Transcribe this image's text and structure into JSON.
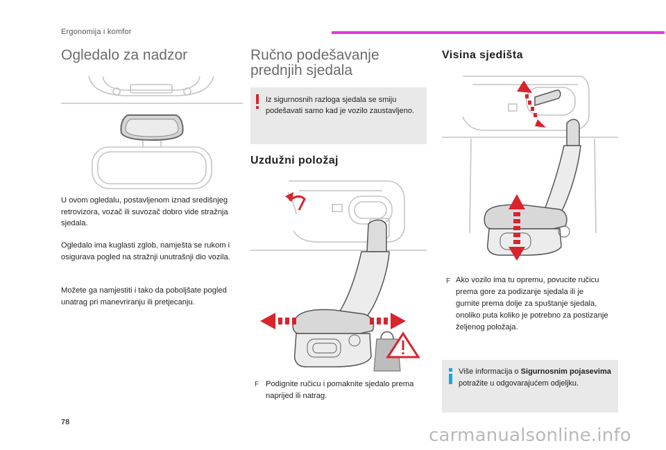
{
  "header": {
    "section": "Ergonomija i komfor"
  },
  "col1": {
    "title": "Ogledalo za nadzor",
    "paragraphs": [
      "U ovom ogledalu, postavljenom iznad središnjeg retrovizora, vozač ili suvozač dobro vide stražnja sjedala.",
      "Ogledalo ima kuglasti zglob, namješta se rukom i osigurava pogled na stražnji unutrašnji dio vozila.",
      "Možete ga namjestiti i tako da poboljšate pogled unatrag pri manevriranju ili pretjecanju."
    ]
  },
  "col2": {
    "title_line1": "Ručno podešavanje",
    "title_line2": "prednjih sjedala",
    "warning": "Iz sigurnosnih razloga sjedala se smiju podešavati samo kad je vozilo zaustavljeno.",
    "subtitle": "Uzdužni položaj",
    "bullet_symbol": "F",
    "bullet_line1": "Podignite ručicu i pomaknite sjedalo prema",
    "bullet_line2": "naprijed ili natrag."
  },
  "col3": {
    "subtitle": "Visina sjedišta",
    "bullet_symbol": "F",
    "bullet_lines": [
      "Ako vozilo ima tu opremu, povucite ručicu",
      "prema gore za podizanje sjedala ili je",
      "gurnite prema dolje za spuštanje sjedala,",
      "onoliko puta koliko je potrebno za postizanje",
      "željenog položaja."
    ],
    "info_prefix": "Više informacija o ",
    "info_bold": "Sigurnosnim pojasevima",
    "info_suffix": " potražite u odgovarajućem odjeljku."
  },
  "footer": {
    "page_number": "78",
    "watermark": "carmanualsonline.info"
  },
  "colors": {
    "accent": "#e635e2",
    "arrow": "#d9232d",
    "info": "#1aa7e0",
    "box": "#e9e9e9"
  }
}
